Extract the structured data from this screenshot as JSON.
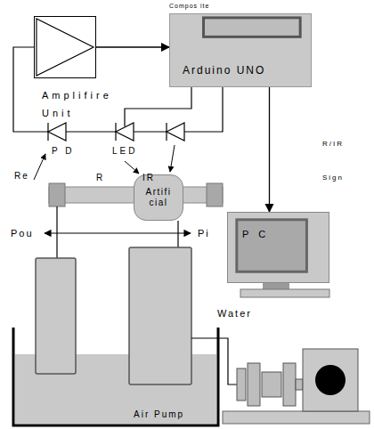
{
  "diagram": {
    "nodes": [
      {
        "text": [
          "Amplifire Unit"
        ]
      },
      {
        "text": [
          "Arduino UNO"
        ]
      },
      {
        "text": [
          "Artifi cial"
        ]
      },
      {
        "text": [
          "P C"
        ]
      }
    ],
    "edges": [
      {
        "from": 0,
        "to": 1,
        "arrow": "to"
      },
      {
        "from": 1,
        "to": 3,
        "arrow": "to"
      }
    ],
    "labels": [
      "Compos ite",
      "R/IR Sign",
      "P D",
      "LED",
      "Re",
      "R",
      "IR",
      "Pou",
      "Pi",
      "Water",
      "Air Pump"
    ]
  }
}
